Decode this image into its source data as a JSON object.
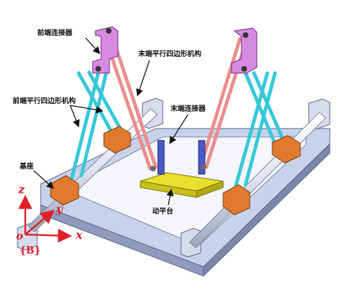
{
  "labels": {
    "front_connector": "前端连接器",
    "rear_parallelogram": "末端平行四边形机构",
    "front_parallelogram": "前端平行四边形机构",
    "rear_connector": "末端连接器",
    "base": "基座",
    "moving_platform": "动平台"
  },
  "axes": {
    "z": "z",
    "y": "y",
    "x": "x",
    "origin": "o",
    "frame": "{B}"
  },
  "colors": {
    "base_frame": "#c8d2ea",
    "rail": "#e6e9f2",
    "link_cyan": "#37c8d8",
    "link_pink": "#e98e8e",
    "connector_magenta": "#d68ae0",
    "slider_orange": "#e07a2c",
    "platform_yellow": "#e8e030",
    "end_connector_blue": "#4a58c8",
    "axis_red": "#e0202a"
  }
}
